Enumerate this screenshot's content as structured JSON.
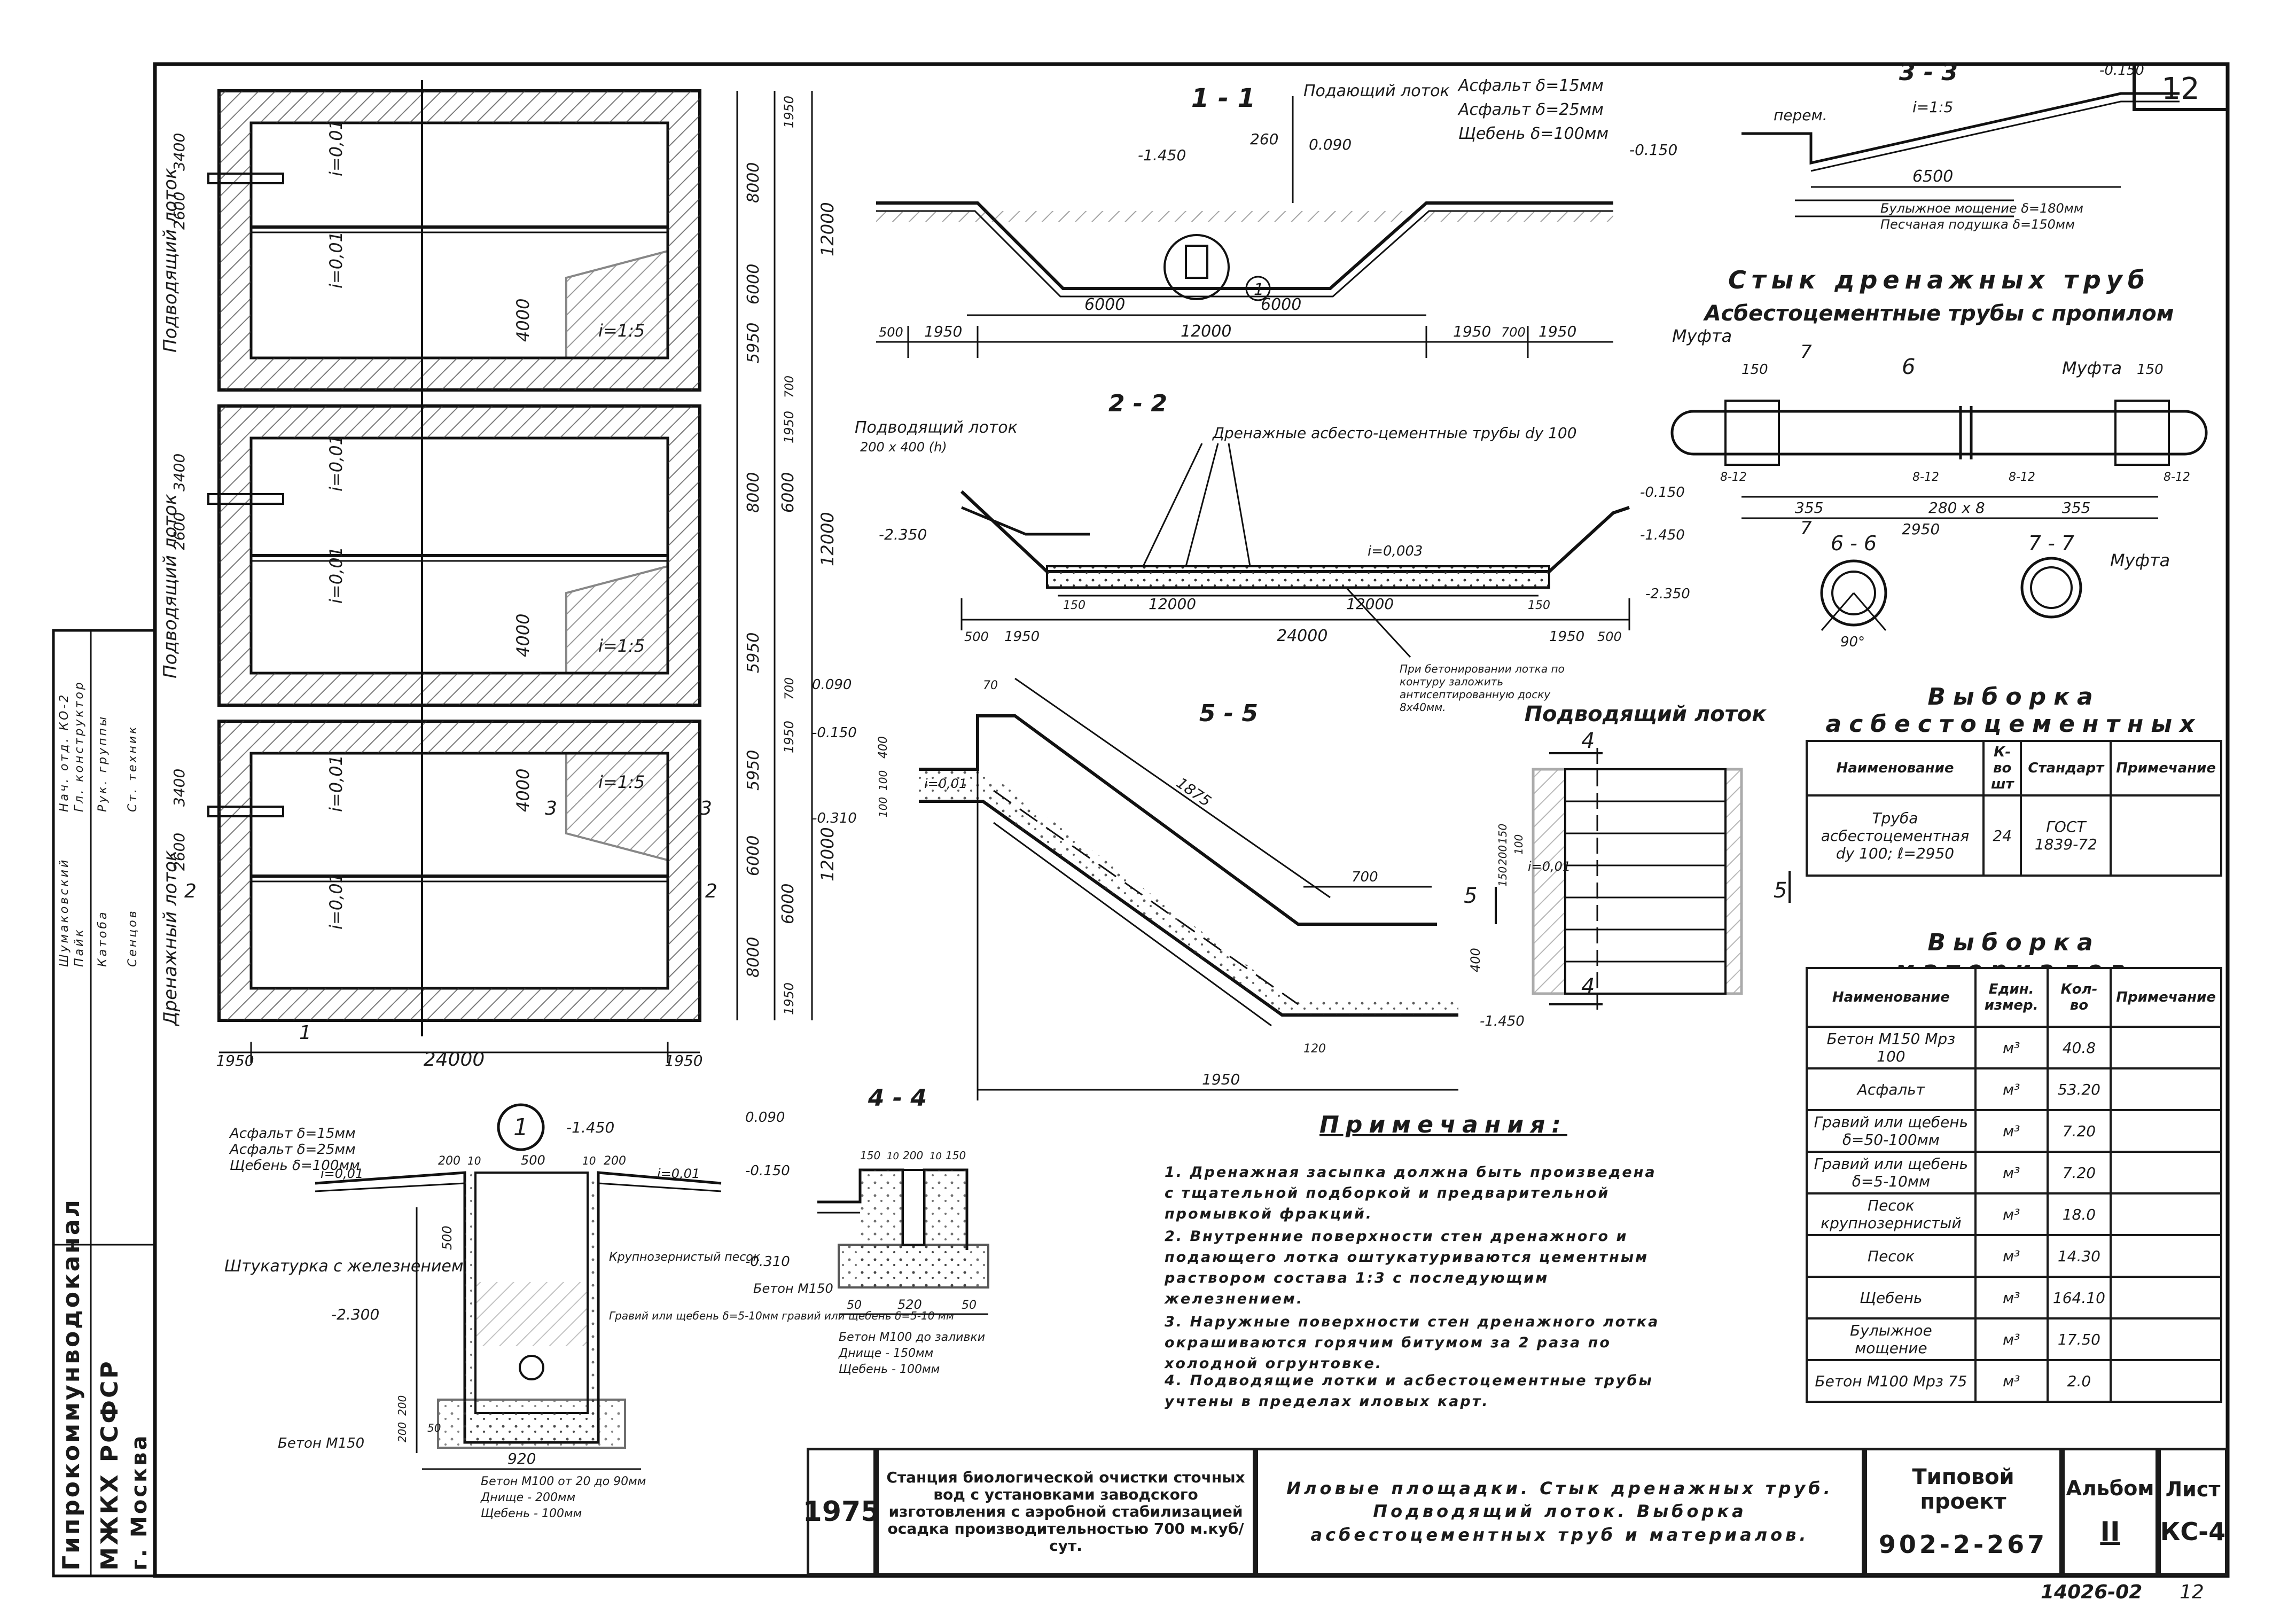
{
  "sheet_number_top": "12",
  "plans": {
    "grade": "i=0,01",
    "slope": "i=1:5",
    "dim_24000": "24000",
    "dim_1950": "1950",
    "dim_1950_left": "1950",
    "dims_right": [
      "1950",
      "8000",
      "6000",
      "5950",
      "700",
      "1950",
      "8000",
      "6000",
      "5950",
      "700",
      "1950",
      "5950",
      "6000",
      "8000",
      "6000",
      "1950"
    ],
    "dim_12000": "12000",
    "dims_left": [
      "3400",
      "2600"
    ],
    "dim_4000": "4000",
    "labels": [
      "Подводящий лоток",
      "Подводящий лоток",
      "Дренажный лоток"
    ],
    "section_marks": [
      "1",
      "2",
      "2",
      "3",
      "3"
    ]
  },
  "section_1_1": {
    "title": "1 - 1",
    "feed_tray": "Подающий лоток",
    "dim_260": "260",
    "el_0090": "0.090",
    "el_m1450": "-1.450",
    "el_m0150": "-0.150",
    "layers": [
      "Асфальт δ=15мм",
      "Асфальт δ=25мм",
      "Щебень δ=100мм"
    ],
    "dims_bottom": [
      "500",
      "1950",
      "12000",
      "1950",
      "700",
      "1950"
    ],
    "dims_6000": [
      "6000",
      "6000"
    ],
    "node": "1"
  },
  "section_3_3": {
    "title": "3 - 3",
    "label_peren": "перем.",
    "slope": "i=1:5",
    "el": "-0.150",
    "dim": "6500",
    "layers": [
      "Булыжное мощение δ=180мм",
      "Песчаная подушка δ=150мм"
    ]
  },
  "joint": {
    "title": "Стык дренажных труб",
    "subtitle": "Асбестоцементные трубы с пропилом",
    "coupling": "Муфта",
    "dims": [
      "150",
      "150",
      "355",
      "280 x 8",
      "355",
      "2950"
    ],
    "gaps": [
      "8-12",
      "8-12",
      "8-12",
      "8-12"
    ],
    "marks": [
      "7",
      "6",
      "7"
    ],
    "sec_6": "6 - 6",
    "sec_7": "7 - 7",
    "angle": "90°"
  },
  "section_2_2": {
    "title": "2 - 2",
    "feed_tray": "Подводящий лоток",
    "feed_size": "200 x 400 (h)",
    "pipes": "Дренажные асбесто-цементные трубы dу 100",
    "grade": "i=0,003",
    "el_m2350": "-2.350",
    "el_m0150": "-0.150",
    "el_m1450": "-1.450",
    "el_m2350b": "-2.350",
    "dims_bottom": [
      "500",
      "1950",
      "24000",
      "1950",
      "500"
    ],
    "dims_12000": [
      "150",
      "12000",
      "12000",
      "150"
    ],
    "note": "При бетонировании лотка по контуру заложить антисептированную доску 8x40мм."
  },
  "section_5_5": {
    "title": "5 - 5",
    "el_0090": "0.090",
    "el_m0150": "-0.150",
    "el_m0310": "-0.310",
    "grade": "i=0,01",
    "dims": [
      "70",
      "1875",
      "700",
      "400",
      "1950",
      "120",
      "400",
      "100",
      "100"
    ],
    "el_m1450": "-1.450"
  },
  "feed_tray_plan": {
    "title": "Подводящий лоток",
    "marks": [
      "4",
      "4",
      "5",
      "5"
    ],
    "grade": "i=0,01",
    "dims": [
      "150",
      "200",
      "150",
      "100"
    ]
  },
  "node_1": {
    "label": "1",
    "layers": [
      "Асфальт δ=15мм",
      "Асфальт δ=25мм",
      "Щебень δ=100мм"
    ],
    "grade": "i=0,01",
    "el_m1450": "-1.450",
    "el_m2300": "-2.300",
    "plaster": "Штукатурка с железнением",
    "sand": "Крупнозернистый песок",
    "gravel": "Гравий или щебень δ=5-10мм гравий или щебень δ=5-10 мм",
    "concrete": "Бетон М150",
    "dims_top": [
      "200",
      "10",
      "500",
      "10",
      "200"
    ],
    "dim_500": "500",
    "dim_920": "920",
    "footing": [
      "Бетон М100 от 20 до 90мм",
      "Днище - 200мм",
      "Щебень - 100мм"
    ],
    "left_dims": [
      "200",
      "200",
      "50"
    ]
  },
  "section_4_4": {
    "title": "4 - 4",
    "el_0090": "0.090",
    "el_m0150": "-0.150",
    "el_m0310": "-0.310",
    "concrete": "Бетон М150",
    "dims_top": [
      "150",
      "10",
      "200",
      "10",
      "150"
    ],
    "dims_bottom": [
      "50",
      "520",
      "50"
    ],
    "footing": [
      "Бетон М100 до заливки",
      "Днище - 150мм",
      "Щебень - 100мм"
    ]
  },
  "table_pipes": {
    "title": "Выборка асбестоцементных труб",
    "headers": [
      "Наименование",
      "К-во шт",
      "Стандарт",
      "Примечание"
    ],
    "rows": [
      [
        "Труба асбестоцементная dу 100; ℓ=2950",
        "24",
        "ГОСТ 1839-72",
        ""
      ]
    ]
  },
  "table_materials": {
    "title": "Выборка материалов",
    "headers": [
      "Наименование",
      "Един. измер.",
      "Кол-во",
      "Примечание"
    ],
    "rows": [
      [
        "Бетон М150 Мрз 100",
        "м³",
        "40.8",
        ""
      ],
      [
        "Асфальт",
        "м³",
        "53.20",
        ""
      ],
      [
        "Гравий или щебень δ=50-100мм",
        "м³",
        "7.20",
        ""
      ],
      [
        "Гравий или щебень δ=5-10мм",
        "м³",
        "7.20",
        ""
      ],
      [
        "Песок крупнозернистый",
        "м³",
        "18.0",
        ""
      ],
      [
        "Песок",
        "м³",
        "14.30",
        ""
      ],
      [
        "Щебень",
        "м³",
        "164.10",
        ""
      ],
      [
        "Булыжное мощение",
        "м³",
        "17.50",
        ""
      ],
      [
        "Бетон М100 Мрз 75",
        "м³",
        "2.0",
        ""
      ]
    ]
  },
  "notes": {
    "title": "Примечания:",
    "items": [
      "1. Дренажная засыпка должна быть произведена с тщательной подборкой и предварительной промывкой фракций.",
      "2. Внутренние поверхности стен дренажного и подающего лотка оштукатуриваются цементным раствором состава 1:3 с последующим железнением.",
      "3. Наружные поверхности стен дренажного лотка окрашиваются горячим битумом за 2 раза по холодной огрунтовке.",
      "4. Подводящие лотки и асбестоцементные трубы учтены в пределах иловых карт."
    ]
  },
  "title_block": {
    "year": "1975",
    "project_desc": "Станция биологической очистки сточных вод с установками заводского изготовления с аэробной стабилизацией осадка производительностью 700 м.куб/сут.",
    "sheet_title": "Иловые площадки. Стык дренажных труб. Подводящий лоток. Выборка асбестоцементных труб и материалов.",
    "tp_label": "Типовой проект",
    "tp_number": "902-2-267",
    "album_label": "Альбом",
    "album_number": "II",
    "sheet_label": "Лист",
    "sheet_number": "КС-4",
    "org_lines": [
      "Гипрокоммунводоканал",
      "МЖКХ РСФСР",
      "г. Москва"
    ],
    "staff": [
      [
        "Нач. отд. КО-2",
        "Шумаковский"
      ],
      [
        "Гл. конструктор",
        "Пайк"
      ],
      [
        "Рук. группы",
        "Катоба"
      ],
      [
        "Ст. техник",
        "Сенцов"
      ]
    ],
    "footer_code": "14026-02",
    "footer_page": "12"
  }
}
